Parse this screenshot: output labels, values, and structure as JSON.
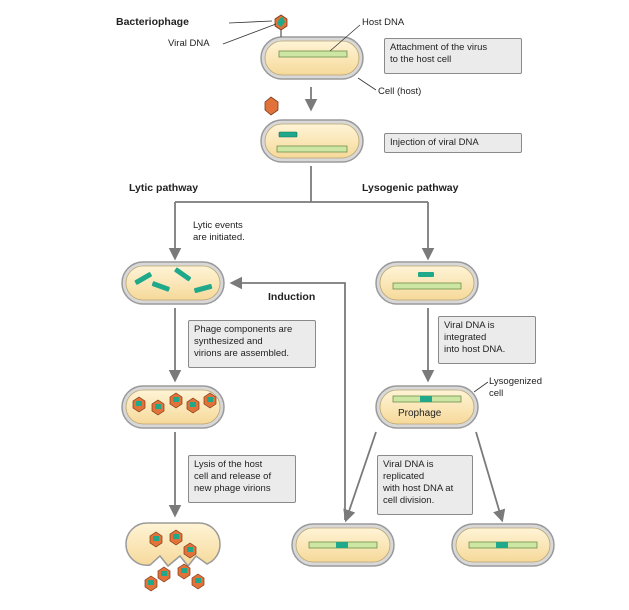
{
  "labels": {
    "bacteriophage": "Bacteriophage",
    "viral_dna": "Viral DNA",
    "host_dna": "Host DNA",
    "cell_host": "Cell (host)",
    "lytic_pathway": "Lytic pathway",
    "lysogenic_pathway": "Lysogenic pathway",
    "lytic_events": "Lytic events\nare initiated.",
    "induction": "Induction",
    "lysogenized_cell": "Lysogenized\ncell",
    "prophage": "Prophage"
  },
  "steps": {
    "attachment": "Attachment of the virus\nto the host cell",
    "injection": "Injection of viral DNA",
    "synthesis": "Phage components are\nsynthesized and\nvirions are assembled.",
    "lysis": "Lysis of the host\ncell and release of\nnew phage virions",
    "integration": "Viral DNA is\nintegrated\ninto host DNA.",
    "replication": "Viral DNA is\nreplicated\nwith host DNA at\ncell division."
  },
  "colors": {
    "cell_fill": "#fbe7b8",
    "cell_border": "#a8a8a8",
    "host_dna": "#cde6a3",
    "viral_dna": "#1fa88a",
    "phage_orange": "#e0723a",
    "arrow": "#7a7a7a"
  }
}
